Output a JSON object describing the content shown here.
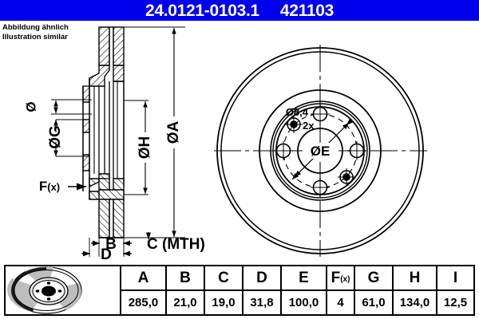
{
  "header": {
    "part_number": "24.0121-0103.1",
    "reference_number": "421103",
    "background_color": "#0000ee",
    "text_color": "#ffffff"
  },
  "caption": {
    "line_de": "Abbildung ähnlich",
    "line_en": "Illustration similar"
  },
  "section_view": {
    "labels": {
      "diameter_small": "Ø",
      "diameter_g": "ØG",
      "diameter_h": "ØH",
      "diameter_a": "ØA",
      "force": "F(x)",
      "dim_b": "B",
      "dim_c": "C (MTH)",
      "dim_d": "D"
    }
  },
  "face_view": {
    "labels": {
      "hole_diameter": "Ø8,4",
      "hole_count": "2x",
      "bolt_circle": "ØE"
    }
  },
  "spec_table": {
    "columns": [
      {
        "key": "A",
        "label": "A",
        "sub": ""
      },
      {
        "key": "B",
        "label": "B",
        "sub": ""
      },
      {
        "key": "C",
        "label": "C",
        "sub": ""
      },
      {
        "key": "D",
        "label": "D",
        "sub": ""
      },
      {
        "key": "E",
        "label": "E",
        "sub": ""
      },
      {
        "key": "F",
        "label": "F",
        "sub": "(x)"
      },
      {
        "key": "G",
        "label": "G",
        "sub": ""
      },
      {
        "key": "H",
        "label": "H",
        "sub": ""
      },
      {
        "key": "I",
        "label": "I",
        "sub": ""
      }
    ],
    "values": [
      "285,0",
      "21,0",
      "19,0",
      "31,8",
      "100,0",
      "4",
      "61,0",
      "134,0",
      "12,5"
    ],
    "thumbnail": "brake-disc-3d-illustration"
  }
}
